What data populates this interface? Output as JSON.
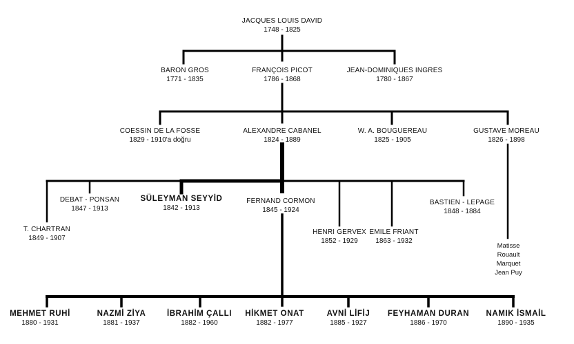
{
  "generations": {
    "g1": [
      {
        "name": "JACQUES LOUIS DAVID",
        "years": "1748 - 1825"
      }
    ],
    "g2": [
      {
        "name": "BARON GROS",
        "years": "1771 - 1835"
      },
      {
        "name": "FRANÇOIS PICOT",
        "years": "1786 - 1868"
      },
      {
        "name": "JEAN-DOMINIQUES INGRES",
        "years": "1780 - 1867"
      }
    ],
    "g3": [
      {
        "name": "COESSIN DE LA FOSSE",
        "years": "1829 - 1910'a doğru"
      },
      {
        "name": "ALEXANDRE CABANEL",
        "years": "1824 - 1889"
      },
      {
        "name": "W. A. BOUGUEREAU",
        "years": "1825 - 1905"
      },
      {
        "name": "GUSTAVE MOREAU",
        "years": "1826 - 1898"
      }
    ],
    "g4": [
      {
        "name": "T. CHARTRAN",
        "years": "1849 - 1907"
      },
      {
        "name": "DEBAT - PONSAN",
        "years": "1847 - 1913"
      },
      {
        "name": "SÜLEYMAN SEYYİD",
        "years": "1842 - 1913"
      },
      {
        "name": "FERNAND CORMON",
        "years": "1845 - 1924"
      },
      {
        "name": "HENRI GERVEX",
        "years": "1852 - 1929"
      },
      {
        "name": "EMILE FRIANT",
        "years": "1863 - 1932"
      },
      {
        "name": "BASTIEN - LEPAGE",
        "years": "1848 - 1884"
      }
    ],
    "g5": [
      {
        "name": "MEHMET RUHİ",
        "years": "1880 - 1931"
      },
      {
        "name": "NAZMİ ZİYA",
        "years": "1881 - 1937"
      },
      {
        "name": "İBRAHİM ÇALLI",
        "years": "1882 - 1960"
      },
      {
        "name": "HİKMET ONAT",
        "years": "1882 - 1977"
      },
      {
        "name": "AVNİ LİFİJ",
        "years": "1885 - 1927"
      },
      {
        "name": "FEYHAMAN DURAN",
        "years": "1886 - 1970"
      },
      {
        "name": "NAMIK İSMAİL",
        "years": "1890 - 1935"
      }
    ]
  },
  "moreau_students": [
    "Matisse",
    "Rouault",
    "Marquet",
    "Jean Puy"
  ]
}
